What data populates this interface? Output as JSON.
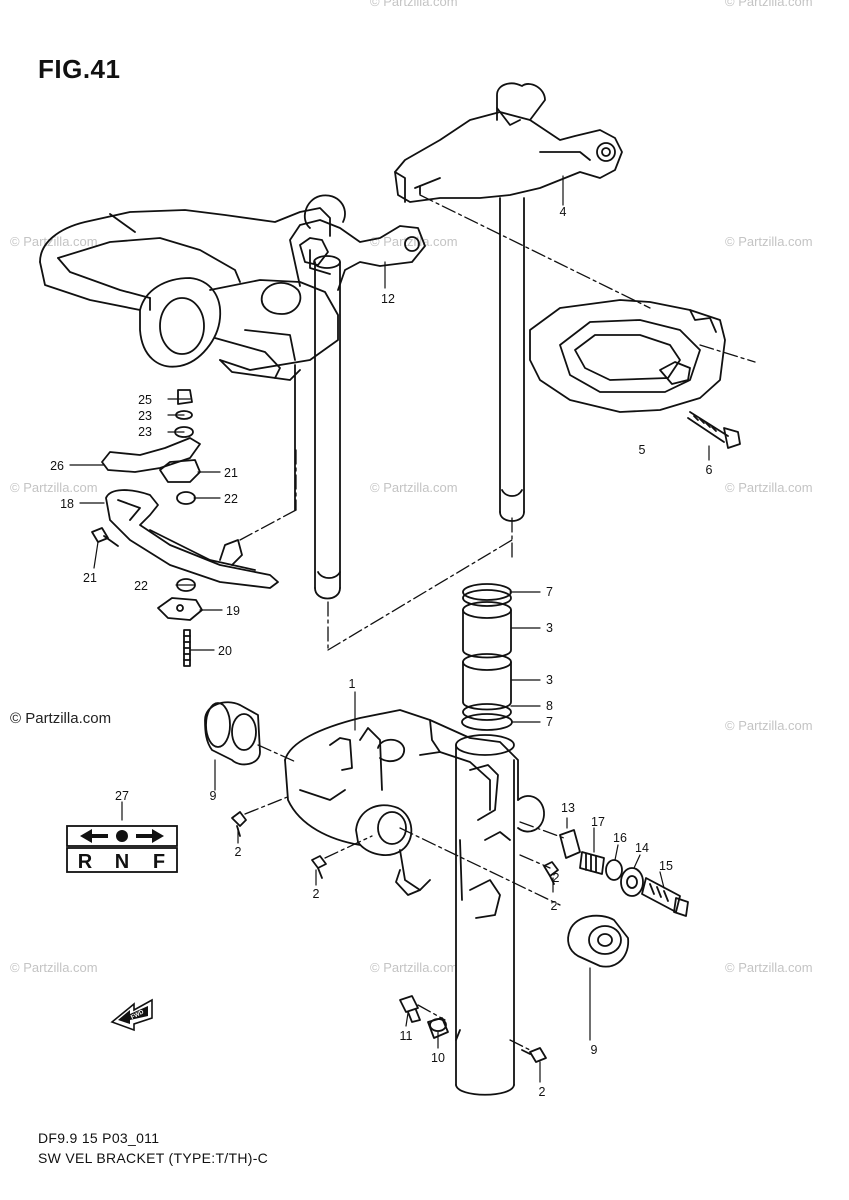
{
  "figure": {
    "title": "FIG.41",
    "drawing_code": "DF9.9 15 P03_011",
    "caption": "SW VEL BRACKET (TYPE:T/TH)-C"
  },
  "watermark": {
    "faint": "© Partzilla.com",
    "strong": "© Partzilla.com"
  },
  "callouts": {
    "c1": "1",
    "c2a": "2",
    "c2b": "2",
    "c2c": "2",
    "c2d": "2",
    "c2e": "2",
    "c3a": "3",
    "c3b": "3",
    "c4": "4",
    "c5": "5",
    "c6": "6",
    "c7a": "7",
    "c7b": "7",
    "c8": "8",
    "c9a": "9",
    "c9b": "9",
    "c10": "10",
    "c11": "11",
    "c12": "12",
    "c13": "13",
    "c14": "14",
    "c15": "15",
    "c16": "16",
    "c17": "17",
    "c18": "18",
    "c19": "19",
    "c20": "20",
    "c21a": "21",
    "c21b": "21",
    "c22a": "22",
    "c22b": "22",
    "c23a": "23",
    "c23b": "23",
    "c25": "25",
    "c26": "26",
    "c27": "27"
  },
  "shift_label": {
    "r": "R",
    "n": "N",
    "f": "F"
  },
  "fwd_arrow": "FWD"
}
